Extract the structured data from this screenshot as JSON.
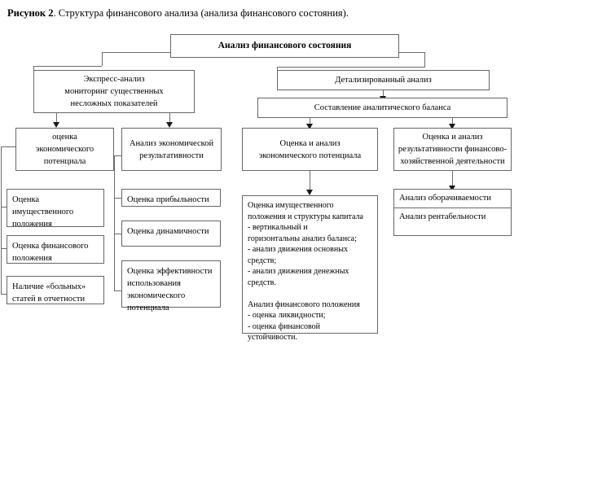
{
  "caption": {
    "label": "Рисунок 2",
    "text": ". Структура финансового анализа (анализа финансового состояния)."
  },
  "diagram": {
    "root": "Анализ финансового состояния",
    "branches": {
      "express": {
        "title": "Экспресс-анализ\nмониторинг существенных\nнесложных показателей",
        "children": [
          {
            "title": "оценка\nэкономического\nпотенциала",
            "items": [
              "Оценка\nимущественного\nположения",
              "Оценка финансового\nположения",
              "Наличие «больных»\nстатей в отчетности"
            ]
          },
          {
            "title": "Анализ экономической\nрезультативности",
            "items": [
              "Оценка прибыльности",
              "Оценка динамичности",
              "Оценка эффективности\nиспользования\nэкономического\nпотенциала"
            ]
          }
        ]
      },
      "detailed": {
        "title": "Детализированный анализ",
        "balance": "Составление аналитического баланса",
        "children": [
          {
            "title": "Оценка и анализ\nэкономического потенциала",
            "detail": "Оценка имущественного\nположения и структуры капитала\n          - вертикальный и\nгоризонтальны анализ баланса;\n    - анализ движения основных\n    средств;\n    - анализ движения денежных\n    средств.\n\nАнализ финансового положения\n    - оценка ликвидности;\n    - оценка финансовой\n    устойчивости."
          },
          {
            "title": "Оценка и анализ\nрезультативности финансово-\nхозяйственной деятельности",
            "items": [
              "Анализ оборачиваемости",
              "Анализ рентабельности"
            ]
          }
        ]
      }
    }
  },
  "colors": {
    "border": "#666666",
    "arrow": "#1a1a1a",
    "background": "#ffffff",
    "text": "#000000"
  }
}
